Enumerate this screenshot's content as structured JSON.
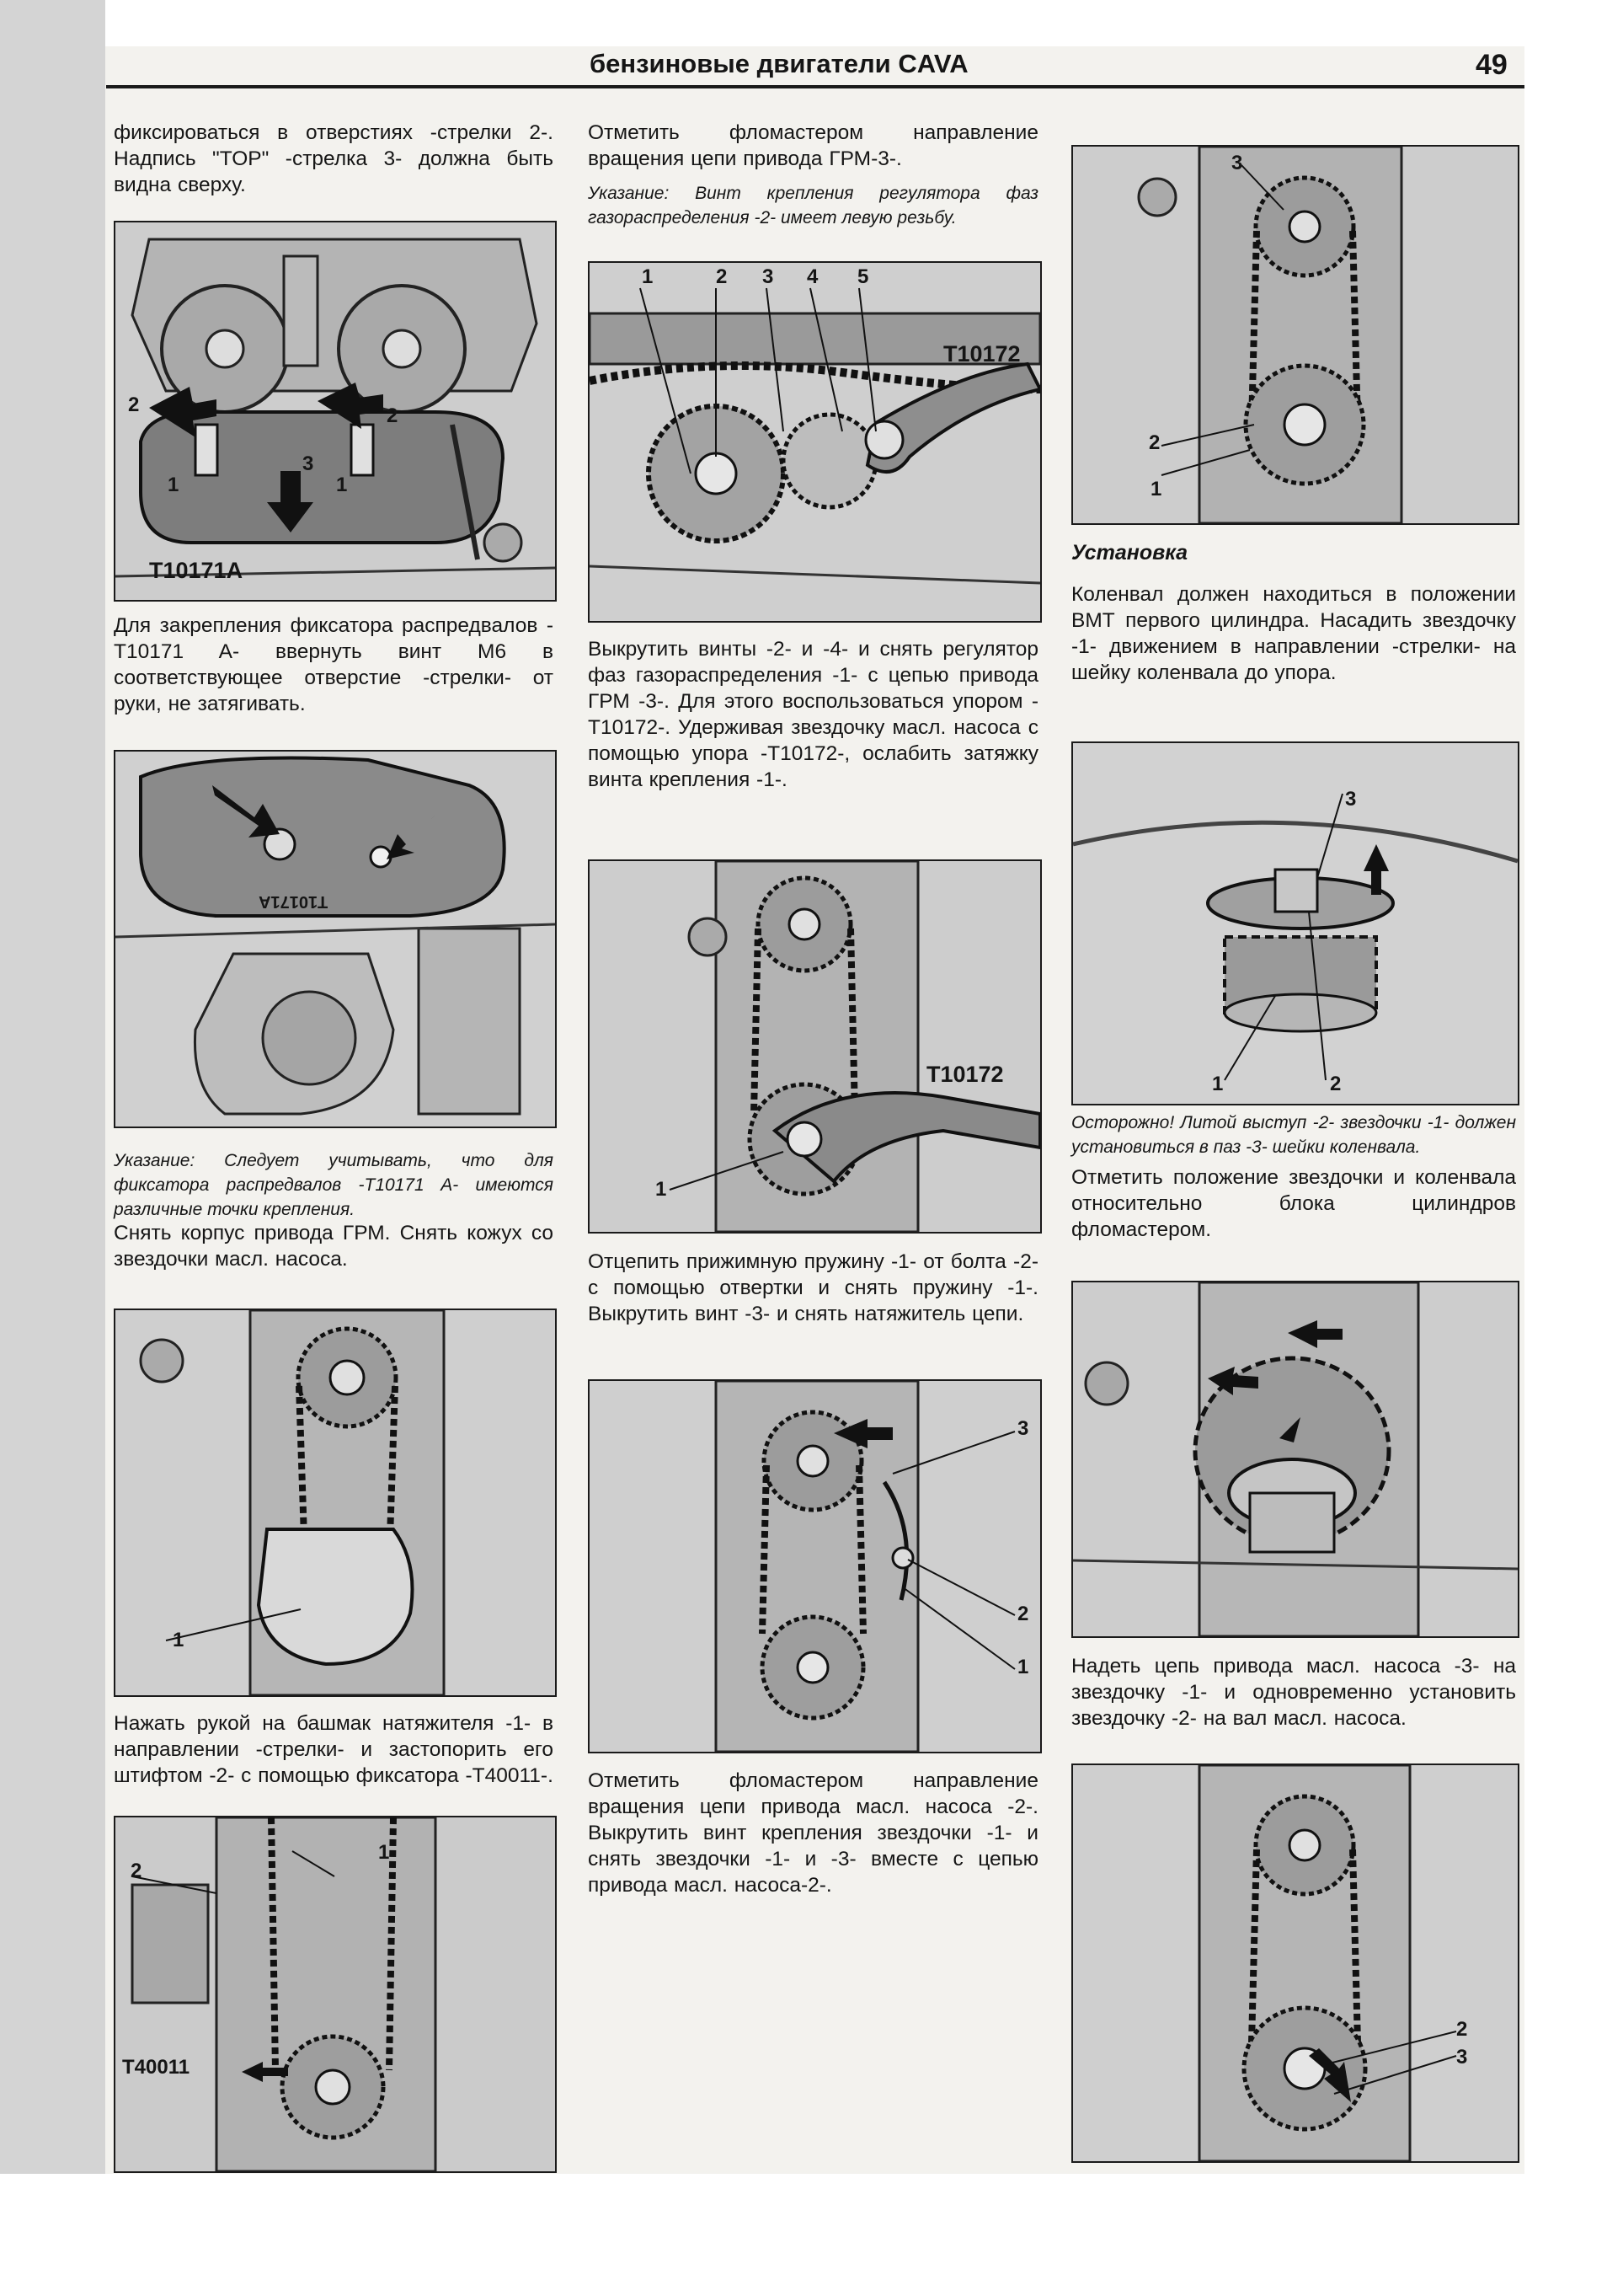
{
  "header": {
    "title": "бензиновые двигатели CAVA",
    "page_number": "49"
  },
  "col1": {
    "p1": "фиксироваться в отверстиях -стрелки 2-. Надпись \"TOP\" -стрелка 3- должна быть видна сверху.",
    "fig1": {
      "labels": [
        "2",
        "2",
        "1",
        "1",
        "3"
      ],
      "tool": "T10171A"
    },
    "p2": "Для закрепления фиксатора распредвалов -T10171 A- ввернуть винт M6 в соответствующее отверстие -стрелки- от руки, не затягивать.",
    "fig2": {
      "tool": "T10171A"
    },
    "note1": "Указание: Следует учитывать, что для фиксатора распредвалов -T10171 A- имеются различные точки крепления.",
    "p3": "Снять корпус привода ГРМ. Снять кожух со звездочки масл. насоса.",
    "fig3": {
      "labels": [
        "1"
      ]
    },
    "p4": "Нажать рукой на башмак натяжителя -1- в направлении -стрелки- и застопорить его штифтом -2- с помощью фиксатора -T40011-.",
    "fig4": {
      "labels": [
        "2",
        "1"
      ],
      "tool": "T40011"
    }
  },
  "col2": {
    "p1": "Отметить фломастером направление вращения цепи привода ГРМ-3-.",
    "note1": "Указание: Винт крепления регулятора фаз газораспределения -2- имеет левую резьбу.",
    "fig1": {
      "labels": [
        "1",
        "2",
        "3",
        "4",
        "5"
      ],
      "tool": "T10172"
    },
    "p2": "Выкрутить винты -2- и -4- и снять регулятор фаз газораспределения -1- с цепью привода ГРМ -3-. Для этого воспользоваться упором -T10172-. Удерживая звездочку масл. насоса с помощью упора -T10172-, ослабить затяжку винта крепления -1-.",
    "fig2": {
      "labels": [
        "1"
      ],
      "tool": "T10172"
    },
    "p3": "Отцепить прижимную пружину -1- от болта -2- с помощью отвертки и снять пружину -1-. Выкрутить винт -3- и снять натяжитель цепи.",
    "fig3": {
      "labels": [
        "3",
        "2",
        "1"
      ]
    },
    "p4": "Отметить фломастером направление вращения цепи привода масл. насоса -2-. Выкрутить винт крепления звездочки -1- и снять звездочки -1- и -3- вместе с цепью привода масл. насоса-2-."
  },
  "col3": {
    "fig1": {
      "labels": [
        "3",
        "2",
        "1"
      ]
    },
    "heading": "Установка",
    "p1": "Коленвал должен находиться в положении ВМТ первого цилиндра. Насадить звездочку -1- движением в направлении -стрелки- на шейку коленвала до упора.",
    "fig2": {
      "labels": [
        "3",
        "1",
        "2"
      ]
    },
    "note1": "Осторожно! Литой выступ -2- звездочки -1- должен установиться в паз -3- шейки коленвала.",
    "p2": "Отметить положение звездочки и коленвала относительно блока цилиндров фломастером.",
    "fig3": {},
    "p3": "Надеть цепь привода масл. насоса -3- на звездочку -1- и одновременно установить звездочку -2- на вал масл. насоса.",
    "fig4": {
      "labels": [
        "2",
        "3"
      ]
    }
  }
}
